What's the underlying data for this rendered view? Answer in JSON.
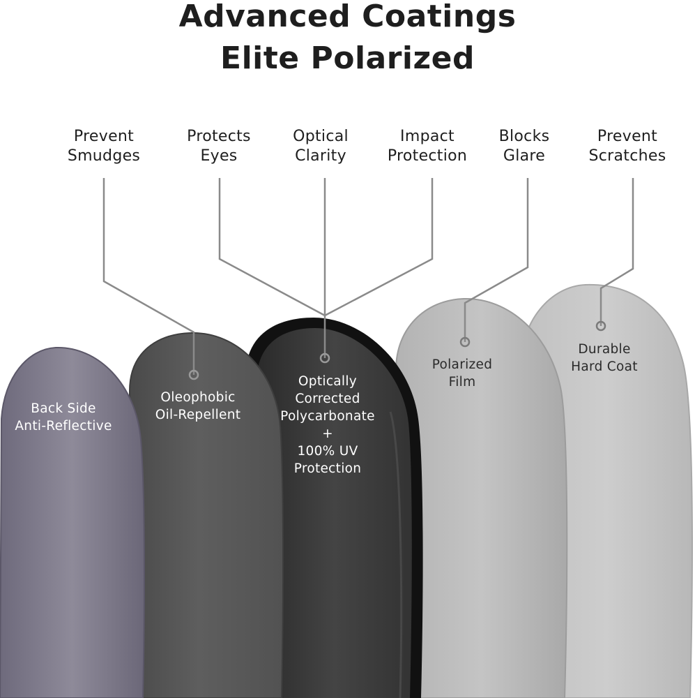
{
  "title": {
    "line1": "Advanced Coatings",
    "line2": "Elite Polarized"
  },
  "benefits": [
    {
      "line1": "Prevent",
      "line2": "Smudges"
    },
    {
      "line1": "Protects",
      "line2": "Eyes"
    },
    {
      "line1": "Optical",
      "line2": "Clarity"
    },
    {
      "line1": "Impact",
      "line2": "Protection"
    },
    {
      "line1": "Blocks",
      "line2": "Glare"
    },
    {
      "line1": "Prevent",
      "line2": "Scratches"
    }
  ],
  "layers": [
    {
      "lines": [
        "Back Side",
        "Anti-Reflective"
      ],
      "color": "#8c8796"
    },
    {
      "lines": [
        "Oleophobic",
        "Oil-Repellent"
      ],
      "color": "#5a5a5a"
    },
    {
      "lines": [
        "Optically",
        "Corrected",
        "Polycarbonate",
        "+",
        "100% UV",
        "Protection"
      ],
      "color": "#3a3a3a"
    },
    {
      "lines": [
        "Polarized",
        "Film"
      ],
      "color": "#bdbdbd"
    },
    {
      "lines": [
        "Durable",
        "Hard Coat"
      ],
      "color": "#c8c8c8"
    }
  ],
  "colors": {
    "title_text": "#1e1e1e",
    "leader_line": "#8a8a8a",
    "light_label": "#ffffff",
    "dark_label": "#2a2a2a"
  }
}
